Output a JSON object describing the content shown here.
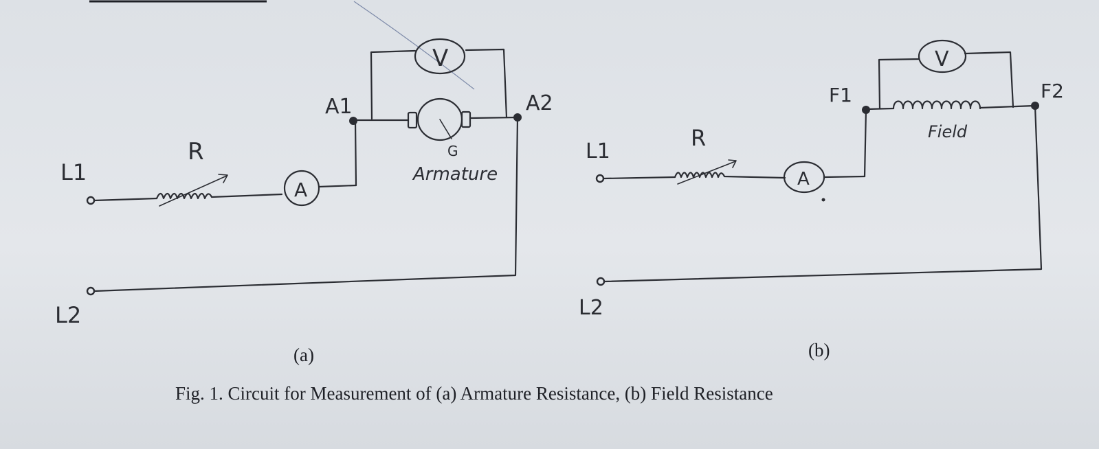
{
  "figure": {
    "caption": "Fig. 1. Circuit for Measurement of (a) Armature Resistance, (b) Field Resistance"
  },
  "circuit_a": {
    "sublabel": "(a)",
    "line_terminal_1": "L1",
    "line_terminal_2": "L2",
    "rheostat_label": "R",
    "ammeter_label": "A",
    "voltmeter_label": "V",
    "terminal_a1": "A1",
    "terminal_a2": "A2",
    "generator_label": "G",
    "armature_label": "Armature"
  },
  "circuit_b": {
    "sublabel": "(b)",
    "line_terminal_1": "L1",
    "line_terminal_2": "L2",
    "rheostat_label": "R",
    "ammeter_label": "A",
    "voltmeter_label": "V",
    "terminal_f1": "F1",
    "terminal_f2": "F2",
    "field_label": "Field"
  }
}
